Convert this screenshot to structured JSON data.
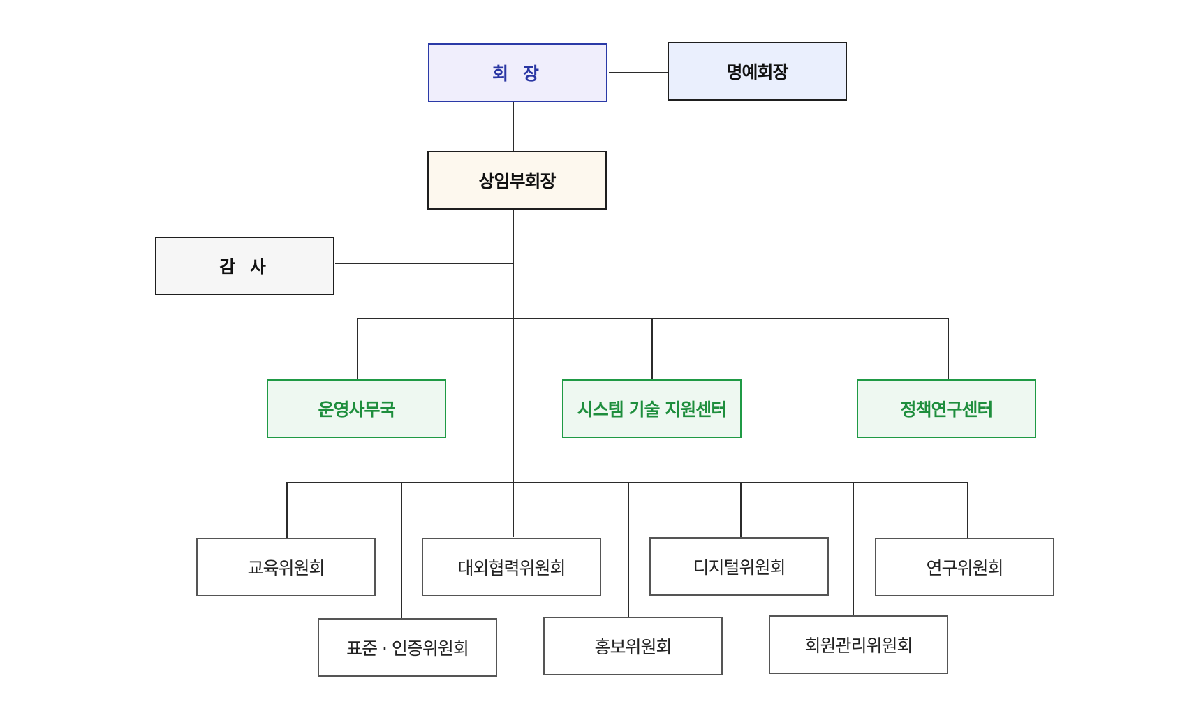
{
  "org_chart": {
    "chair": "회 장",
    "honorary_chair": "명예회장",
    "vice_chair": "상임부회장",
    "auditor": "감 사",
    "centers": [
      "운영사무국",
      "시스템 기술 지원센터",
      "정책연구센터"
    ],
    "committees": [
      "교육위원회",
      "표준 · 인증위원회",
      "대외협력위원회",
      "홍보위원회",
      "디지털위원회",
      "회원관리위원회",
      "연구위원회"
    ]
  },
  "colors": {
    "chair_border": "#2b3aa7",
    "chair_text": "#2a36a3",
    "center_border": "#1f9a45",
    "center_text": "#1e8e3d",
    "connector": "#2b2b2b"
  }
}
